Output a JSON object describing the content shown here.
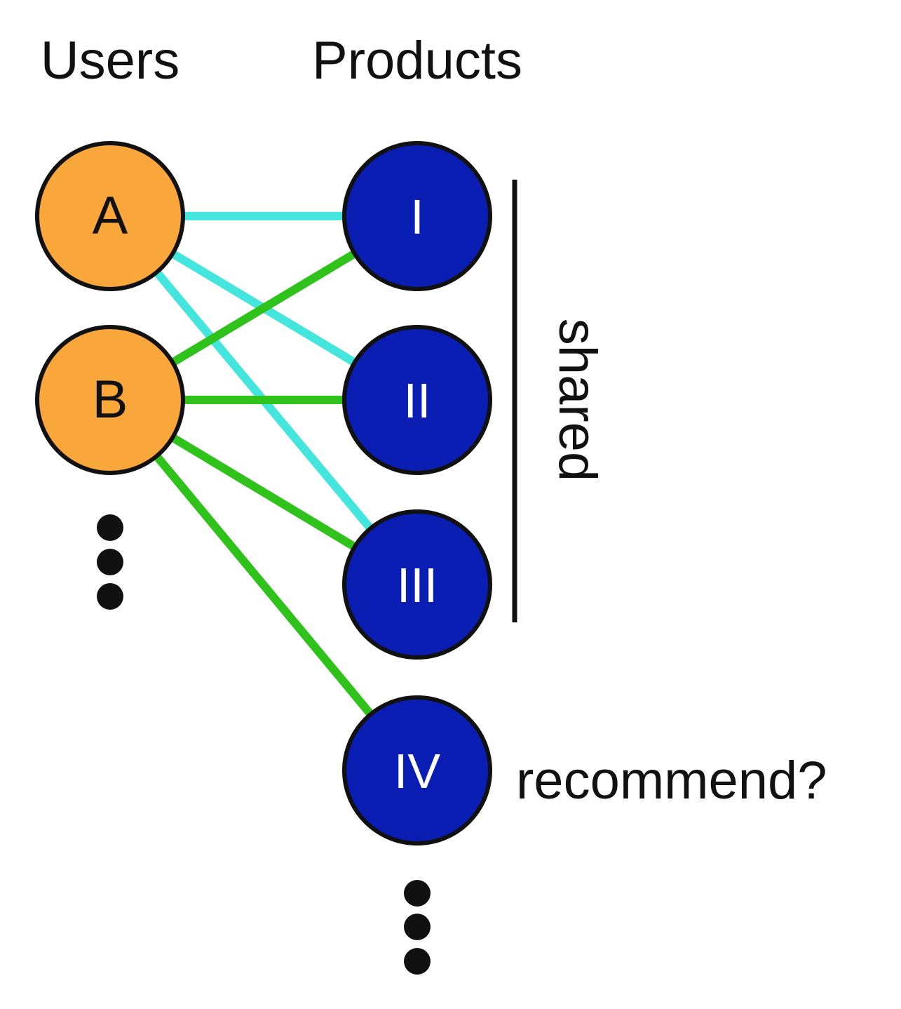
{
  "headers": {
    "users": "Users",
    "products": "Products"
  },
  "users": [
    {
      "id": "A",
      "label": "A"
    },
    {
      "id": "B",
      "label": "B"
    }
  ],
  "products": [
    {
      "id": "I",
      "label": "I"
    },
    {
      "id": "II",
      "label": "II"
    },
    {
      "id": "III",
      "label": "III"
    },
    {
      "id": "IV",
      "label": "IV"
    }
  ],
  "edges": [
    {
      "from": "A",
      "to": "I",
      "color": "#44e5dd"
    },
    {
      "from": "A",
      "to": "II",
      "color": "#44e5dd"
    },
    {
      "from": "A",
      "to": "III",
      "color": "#44e5dd"
    },
    {
      "from": "B",
      "to": "I",
      "color": "#2ec21a"
    },
    {
      "from": "B",
      "to": "II",
      "color": "#2ec21a"
    },
    {
      "from": "B",
      "to": "III",
      "color": "#2ec21a"
    },
    {
      "from": "B",
      "to": "IV",
      "color": "#2ec21a"
    }
  ],
  "annotations": {
    "shared": "shared",
    "recommend": "recommend?"
  },
  "colors": {
    "user_fill": "#f9a63a",
    "product_fill": "#0a1eb4",
    "outline": "#111111",
    "product_text": "#ffffff",
    "user_text": "#111111"
  }
}
